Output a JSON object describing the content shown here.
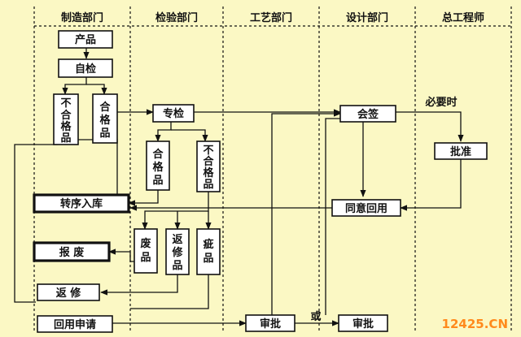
{
  "headers": {
    "manufacturing": "制造部门",
    "inspection": "检验部门",
    "process": "工艺部门",
    "design": "设计部门",
    "chief_engineer": "总工程师"
  },
  "nodes": {
    "product": "产品",
    "self_check": "自检",
    "nonconforming_1": "不合格品",
    "conforming_1": "合格品",
    "special_check": "专检",
    "conforming_2": "合格品",
    "nonconforming_2": "不合格品",
    "transfer_storage": "转序入库",
    "scrap": "报 废",
    "waste": "废品",
    "rework_product": "返修品",
    "defective": "疵品",
    "rework": "返 修",
    "reuse_request": "回用申请",
    "approve_process": "审批",
    "approve_design": "审批",
    "countersign": "会签",
    "approval": "批准",
    "agree_reuse": "同意回用"
  },
  "annotations": {
    "if_needed": "必要时",
    "or": "或"
  },
  "watermark": "12425.CN"
}
